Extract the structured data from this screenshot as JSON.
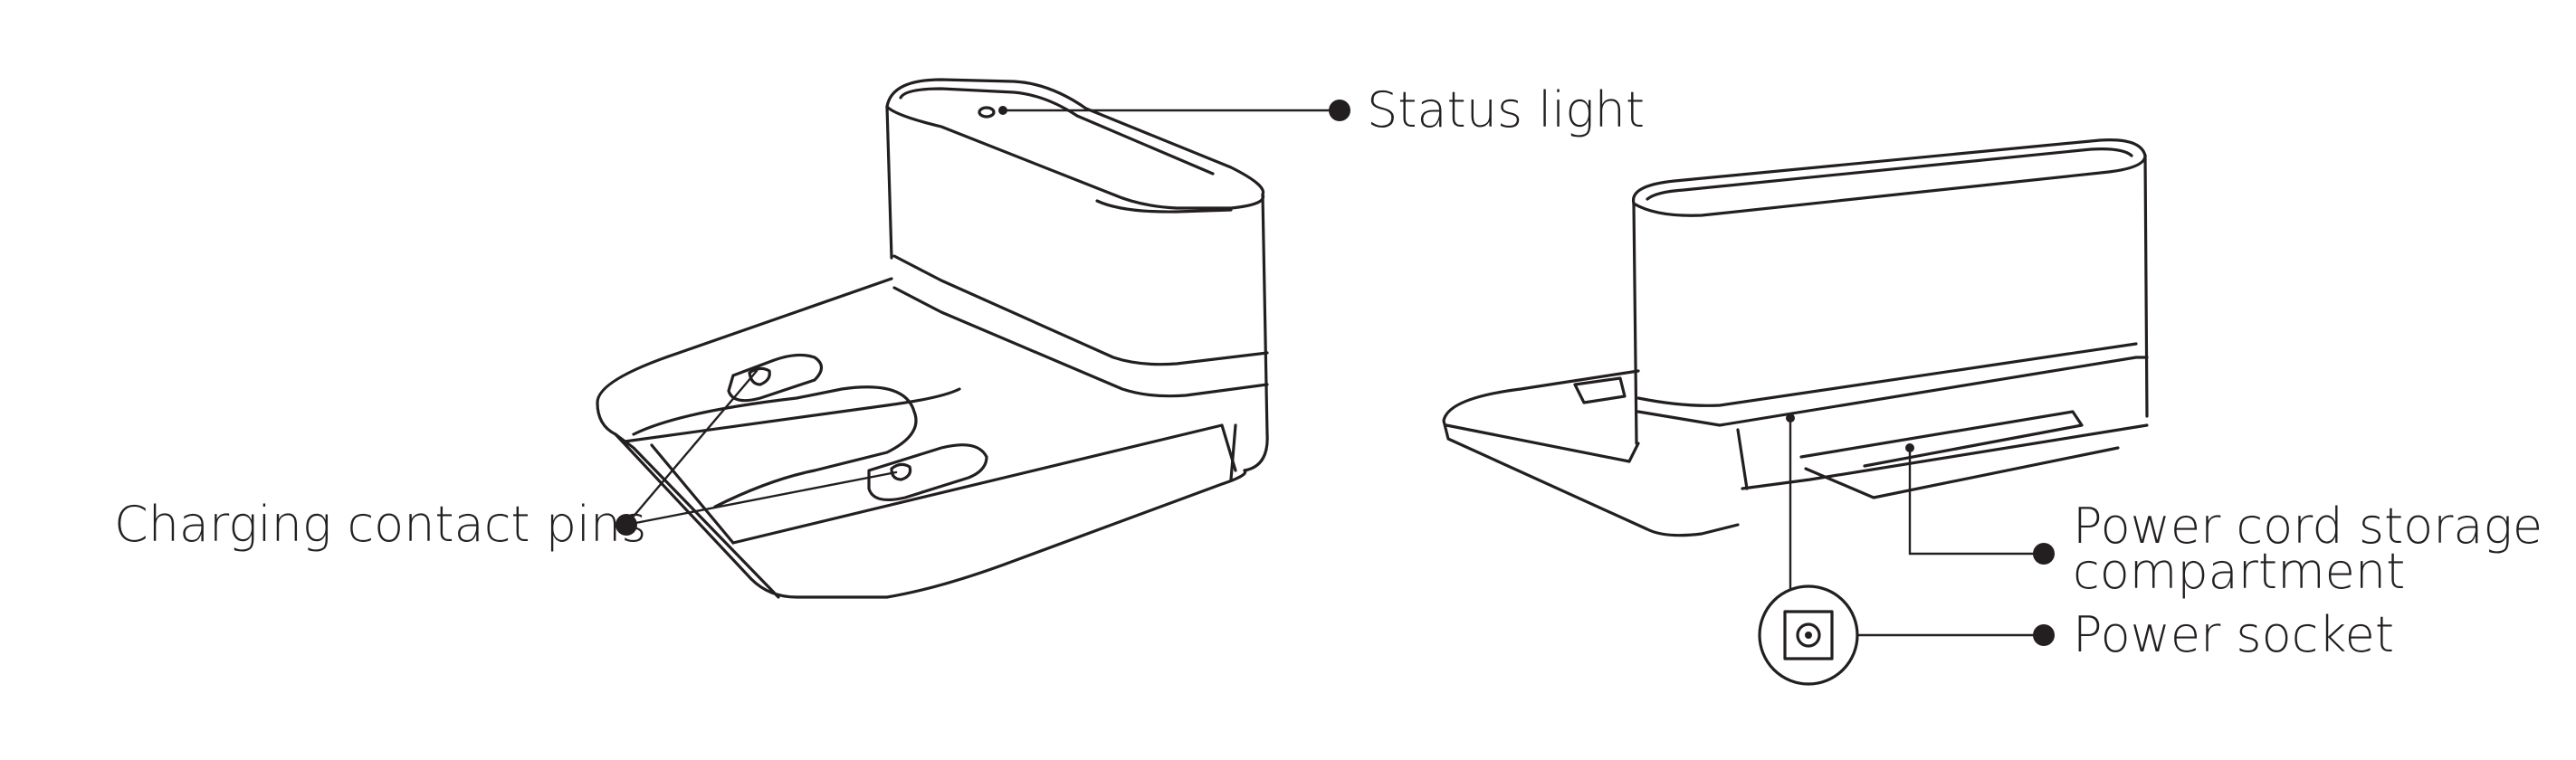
{
  "labels": {
    "status_light": "Status light",
    "charging_pins": "Charging contact pins",
    "cord_storage_line1": "Power cord storage",
    "cord_storage_line2": "compartment",
    "power_socket": "Power socket"
  },
  "colors": {
    "ink": "#231f20",
    "background": "#ffffff"
  }
}
